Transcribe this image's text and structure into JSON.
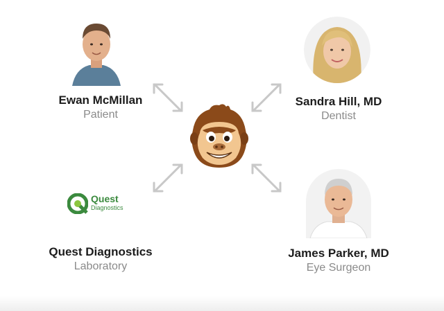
{
  "hub": {
    "icon": "gorilla-mascot-icon"
  },
  "nodes": [
    {
      "name": "Ewan McMillan",
      "role": "Patient"
    },
    {
      "name": "Sandra Hill, MD",
      "role": "Dentist"
    },
    {
      "name": "Quest Diagnostics",
      "role": "Laboratory"
    },
    {
      "name": "James Parker, MD",
      "role": "Eye Surgeon"
    }
  ],
  "quest_logo": {
    "word": "Quest",
    "sub": "Diagnostics"
  },
  "colors": {
    "arrow": "#c8c8c8",
    "name": "#1c1c1c",
    "role": "#8a8a8a",
    "quest_green": "#3b8a3e",
    "gorilla_brown": "#8b4a1a"
  }
}
